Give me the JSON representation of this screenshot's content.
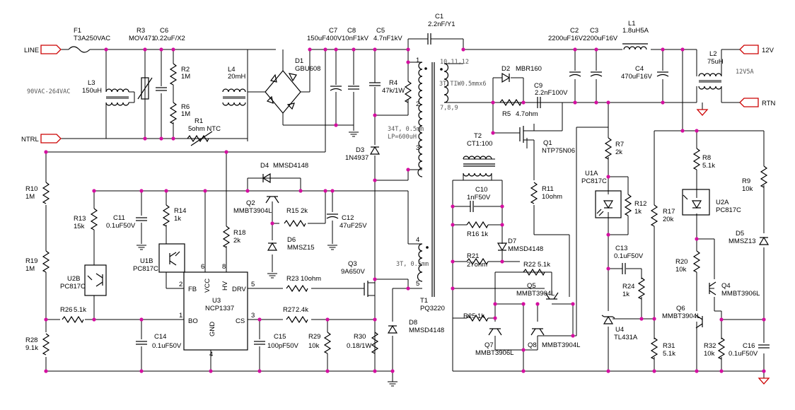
{
  "ports": {
    "line": "LINE",
    "ntrl": "NTRL",
    "out": "12V",
    "rtn": "RTN"
  },
  "notes": {
    "input_range": "90VAC-264VAC",
    "output_rating": "12V5A"
  },
  "transformer": {
    "name": "T1",
    "part": "PQ3220",
    "pri_turns": "34T, 0.5mm",
    "pri_lp": "LP=600uH",
    "sec_turns": "3T,TIW0.5mmx6",
    "sec_pins_top": "10,11,12",
    "sec_pins_bot": "7,8,9",
    "aux_turns": "3T, 0.5mm",
    "pins": [
      "1",
      "2",
      "3",
      "4",
      "5"
    ]
  },
  "components": [
    {
      "ref": "F1",
      "value": "T3A250VAC"
    },
    {
      "ref": "R3",
      "value": "MOV471"
    },
    {
      "ref": "C6",
      "value": "0.22uF/X2"
    },
    {
      "ref": "L3",
      "value": "150uH"
    },
    {
      "ref": "R2",
      "value": "1M"
    },
    {
      "ref": "R6",
      "value": "1M"
    },
    {
      "ref": "R1",
      "value": "5ohm NTC"
    },
    {
      "ref": "L4",
      "value": "20mH"
    },
    {
      "ref": "D1",
      "value": "GBU608"
    },
    {
      "ref": "C7",
      "value": "150uF400V"
    },
    {
      "ref": "C8",
      "value": "10nF1kV"
    },
    {
      "ref": "C5",
      "value": "4.7nF1kV"
    },
    {
      "ref": "R4",
      "value": "47k/1W"
    },
    {
      "ref": "D3",
      "value": "1N4937"
    },
    {
      "ref": "C1",
      "value": "2.2nF/Y1"
    },
    {
      "ref": "D2",
      "value": "MBR160"
    },
    {
      "ref": "R5",
      "value": "4.7ohm"
    },
    {
      "ref": "C9",
      "value": "2.2nF100V"
    },
    {
      "ref": "C2",
      "value": "2200uF16V"
    },
    {
      "ref": "C3",
      "value": "2200uF16V"
    },
    {
      "ref": "L1",
      "value": "1.8uH5A"
    },
    {
      "ref": "C4",
      "value": "470uF16V"
    },
    {
      "ref": "L2",
      "value": "75uH"
    },
    {
      "ref": "T2",
      "value": "CT1:100"
    },
    {
      "ref": "Q1",
      "value": "NTP75N06"
    },
    {
      "ref": "R7",
      "value": "2k"
    },
    {
      "ref": "U1A",
      "value": "PC817C"
    },
    {
      "ref": "R12",
      "value": "1k"
    },
    {
      "ref": "R8",
      "value": "5.1k"
    },
    {
      "ref": "U2A",
      "value": "PC817C"
    },
    {
      "ref": "R9",
      "value": "10k"
    },
    {
      "ref": "D5",
      "value": "MMSZ13"
    },
    {
      "ref": "R10",
      "value": "1M"
    },
    {
      "ref": "R19",
      "value": "1M"
    },
    {
      "ref": "R28",
      "value": "9.1k"
    },
    {
      "ref": "R13",
      "value": "15k"
    },
    {
      "ref": "U2B",
      "value": "PC817C"
    },
    {
      "ref": "C11",
      "value": "0.1uF50V"
    },
    {
      "ref": "R14",
      "value": "1k"
    },
    {
      "ref": "U1B",
      "value": "PC817C"
    },
    {
      "ref": "D4",
      "value": "MMSD4148"
    },
    {
      "ref": "Q2",
      "value": "MMBT3904L"
    },
    {
      "ref": "R15",
      "value": "2k"
    },
    {
      "ref": "C12",
      "value": "47uF25V"
    },
    {
      "ref": "R18",
      "value": "2k"
    },
    {
      "ref": "D6",
      "value": "MMSZ15"
    },
    {
      "ref": "U3",
      "value": "NCP1337"
    },
    {
      "ref": "R23",
      "value": "10ohm"
    },
    {
      "ref": "Q3",
      "value": "9A650V"
    },
    {
      "ref": "R26",
      "value": "5.1k"
    },
    {
      "ref": "R27",
      "value": "2.4k"
    },
    {
      "ref": "C14",
      "value": "0.1uF50V"
    },
    {
      "ref": "C15",
      "value": "100pF50V"
    },
    {
      "ref": "R29",
      "value": "10k"
    },
    {
      "ref": "R30",
      "value": "0.18/1W"
    },
    {
      "ref": "D8",
      "value": "MMSD4148"
    },
    {
      "ref": "C10",
      "value": "1nF50V"
    },
    {
      "ref": "R16",
      "value": "1k"
    },
    {
      "ref": "D7",
      "value": "MMSD4148"
    },
    {
      "ref": "R21",
      "value": "27ohm"
    },
    {
      "ref": "R22",
      "value": "5.1k"
    },
    {
      "ref": "Q5",
      "value": "MMBT3904L"
    },
    {
      "ref": "R25",
      "value": "1k"
    },
    {
      "ref": "Q7",
      "value": "MMBT3906L"
    },
    {
      "ref": "Q8",
      "value": "MMBT3904L"
    },
    {
      "ref": "R11",
      "value": "10ohm"
    },
    {
      "ref": "C13",
      "value": "0.1uF50V"
    },
    {
      "ref": "R24",
      "value": "1k"
    },
    {
      "ref": "U4",
      "value": "TL431A"
    },
    {
      "ref": "R17",
      "value": "20k"
    },
    {
      "ref": "R31",
      "value": "5.1k"
    },
    {
      "ref": "R20",
      "value": "10k"
    },
    {
      "ref": "Q4",
      "value": "MMBT3906L"
    },
    {
      "ref": "Q6",
      "value": "MMBT3904L"
    },
    {
      "ref": "R32",
      "value": "10k"
    },
    {
      "ref": "C16",
      "value": "0.1uF50V"
    }
  ],
  "ic_pins": {
    "fb": "FB",
    "vcc": "VCC",
    "hv": "HV",
    "drv": "DRV",
    "bo": "BO",
    "gnd": "GND",
    "cs": "CS",
    "p1": "1",
    "p2": "2",
    "p3": "3",
    "p4": "4",
    "p5": "5",
    "p6": "6",
    "p8": "8"
  }
}
